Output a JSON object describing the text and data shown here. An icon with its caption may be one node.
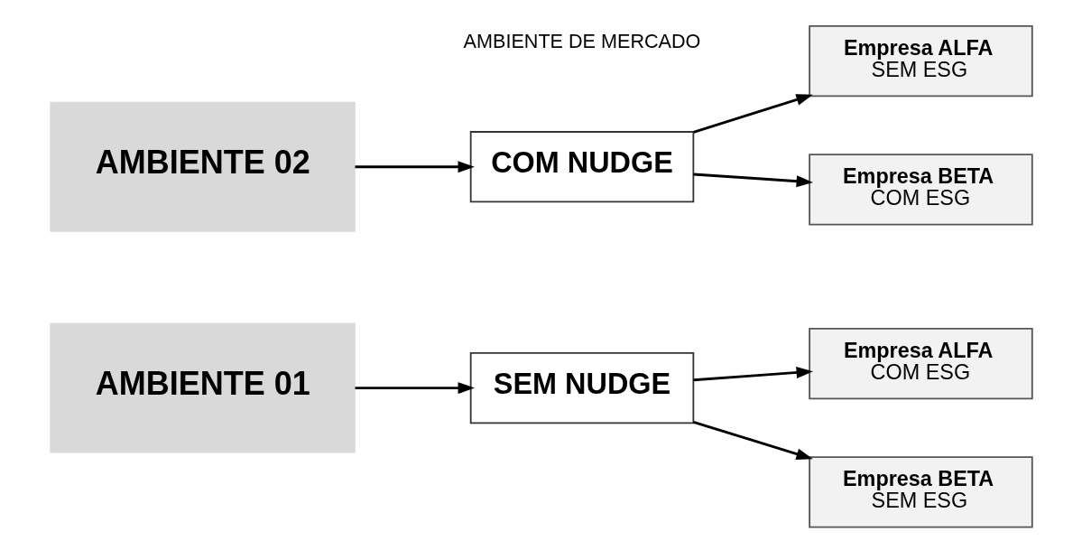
{
  "diagram": {
    "nodes": [
      {
        "text": [
          "AMBIENTE 01"
        ]
      },
      {
        "text": [
          "SEM NUDGE"
        ]
      },
      {
        "text": [
          "Empresa ALFA",
          "COM ESG"
        ]
      },
      {
        "text": [
          "Empresa BETA",
          "SEM ESG"
        ]
      },
      {
        "text": [
          "AMBIENTE 02"
        ]
      },
      {
        "text": [
          "COM NUDGE"
        ]
      },
      {
        "text": [
          "Empresa ALFA",
          "SEM ESG"
        ]
      },
      {
        "text": [
          "Empresa BETA",
          "COM ESG"
        ]
      }
    ],
    "edges": [
      {
        "from": 0,
        "to": 1,
        "arrow": "to"
      },
      {
        "from": 1,
        "to": 2,
        "arrow": "to"
      },
      {
        "from": 1,
        "to": 3,
        "arrow": "to"
      },
      {
        "from": 4,
        "to": 5,
        "arrow": "to"
      },
      {
        "from": 5,
        "to": 6,
        "arrow": "to"
      },
      {
        "from": 5,
        "to": 7,
        "arrow": "to"
      }
    ],
    "labels": [
      "AMBIENTE DE MERCADO"
    ]
  }
}
